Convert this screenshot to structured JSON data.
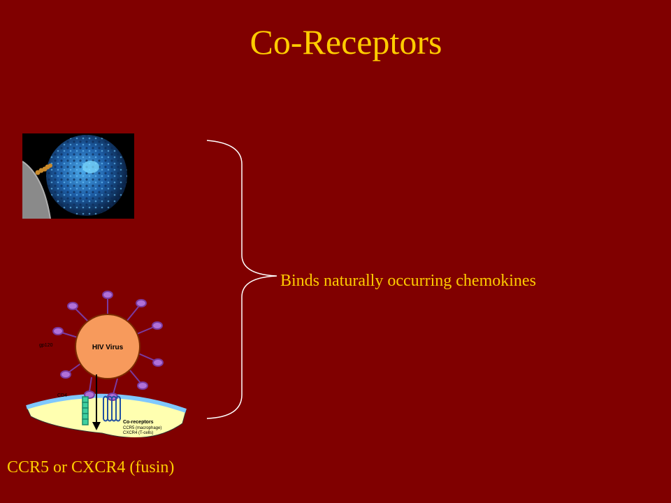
{
  "slide": {
    "title": "Co-Receptors",
    "brace_label": "Binds naturally occurring chemokines",
    "caption": "CCR5 or CXCR4 (fusin)"
  },
  "diagram": {
    "virus_label": "HIV Virus",
    "receptor_label": "Co-receptors",
    "ccr5_label": "CCR5 (macrophage)",
    "cxcr4_label": "CXCR4 (T-cells)",
    "gp120_label": "gp120",
    "cd4_label": "CD4"
  },
  "colors": {
    "background": "#800000",
    "text": "#FFCC00",
    "brace": "#FFFFFF"
  }
}
